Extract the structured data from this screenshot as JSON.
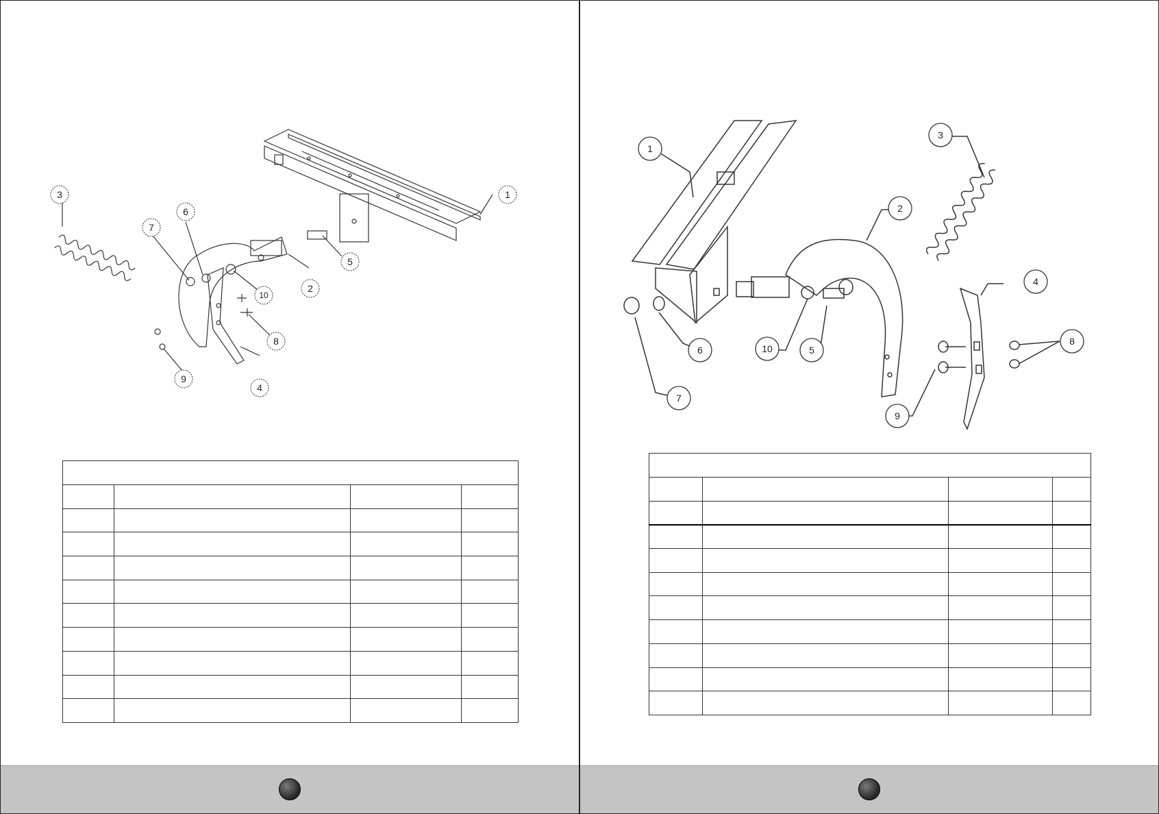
{
  "left_page": {
    "callouts": [
      "1",
      "2",
      "3",
      "4",
      "5",
      "6",
      "7",
      "8",
      "9",
      "10"
    ],
    "table": {
      "title": "",
      "rows": 11,
      "cols": 4
    }
  },
  "right_page": {
    "callouts": [
      "1",
      "2",
      "3",
      "4",
      "5",
      "6",
      "7",
      "8",
      "9",
      "10"
    ],
    "table": {
      "title": "",
      "rows": 11,
      "cols": 4
    }
  },
  "colors": {
    "footer": "#c4c4c4",
    "line": "#222222"
  }
}
